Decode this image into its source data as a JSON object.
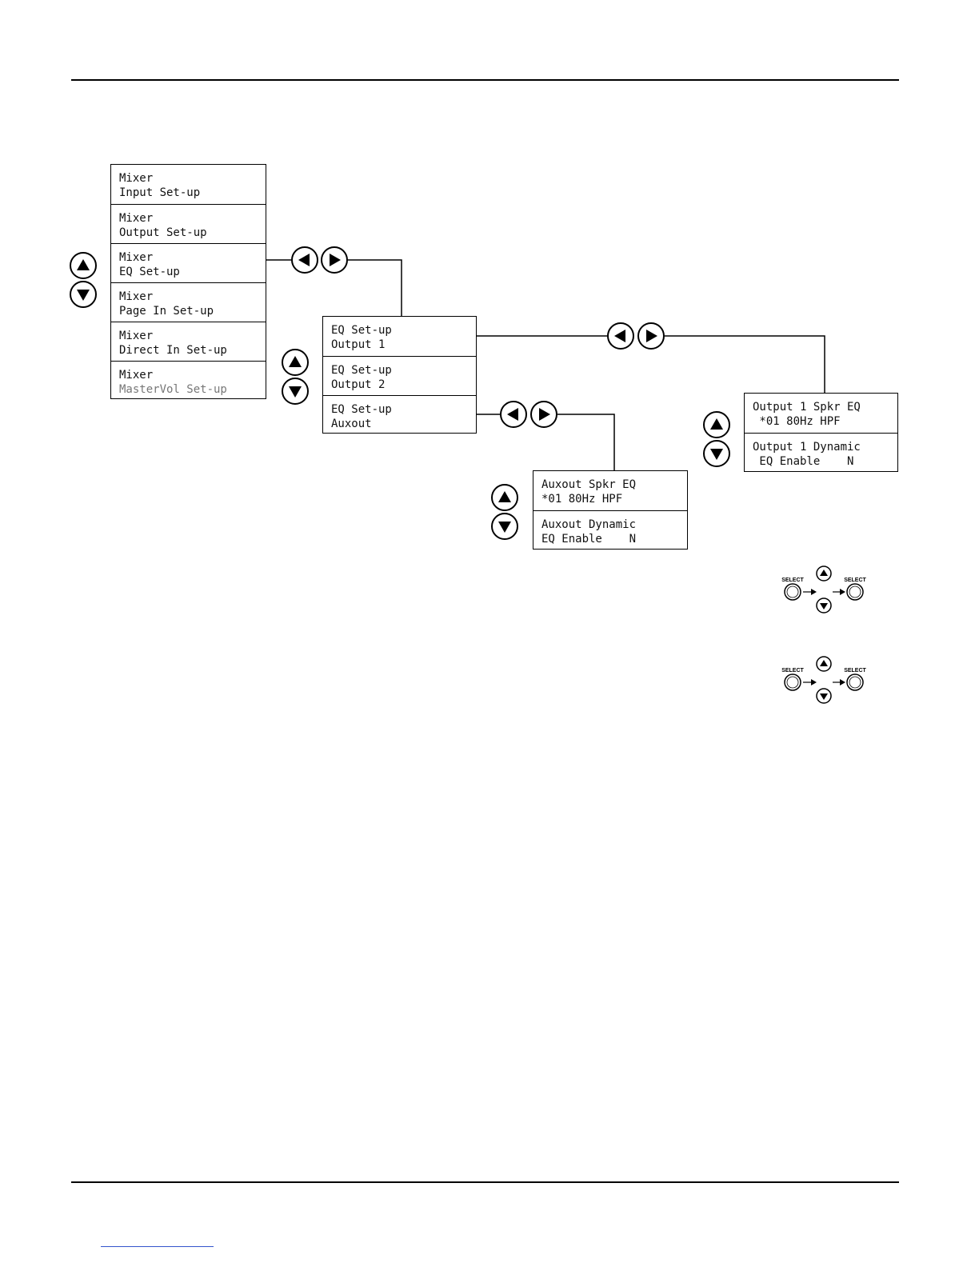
{
  "mixer_menu": {
    "items": [
      {
        "line1": "Mixer",
        "line2": "Input Set-up"
      },
      {
        "line1": "Mixer",
        "line2": "Output Set-up"
      },
      {
        "line1": "Mixer",
        "line2": "EQ Set-up"
      },
      {
        "line1": "Mixer",
        "line2": "Page In Set-up"
      },
      {
        "line1": "Mixer",
        "line2": "Direct In Set-up"
      },
      {
        "line1": "Mixer",
        "line2": "MasterVol Set-up"
      }
    ]
  },
  "eq_menu": {
    "items": [
      {
        "line1": "EQ Set-up",
        "line2": "Output 1"
      },
      {
        "line1": "EQ Set-up",
        "line2": "Output 2"
      },
      {
        "line1": "EQ Set-up",
        "line2": "Auxout"
      }
    ]
  },
  "output1_menu": {
    "items": [
      {
        "line1": "Output 1 Spkr EQ",
        "line2": " *01 80Hz HPF"
      },
      {
        "line1": "Output 1 Dynamic",
        "line2": " EQ Enable    N"
      }
    ]
  },
  "auxout_menu": {
    "items": [
      {
        "line1": "Auxout Spkr EQ",
        "line2": "*01 80Hz HPF"
      },
      {
        "line1": "Auxout Dynamic",
        "line2": "EQ Enable    N"
      }
    ]
  },
  "select_legend": {
    "select_label": "SELECT"
  },
  "icons": {
    "up": "up-arrow-button-icon",
    "down": "down-arrow-button-icon",
    "left": "left-arrow-button-icon",
    "right": "right-arrow-button-icon",
    "select": "select-button-icon"
  }
}
